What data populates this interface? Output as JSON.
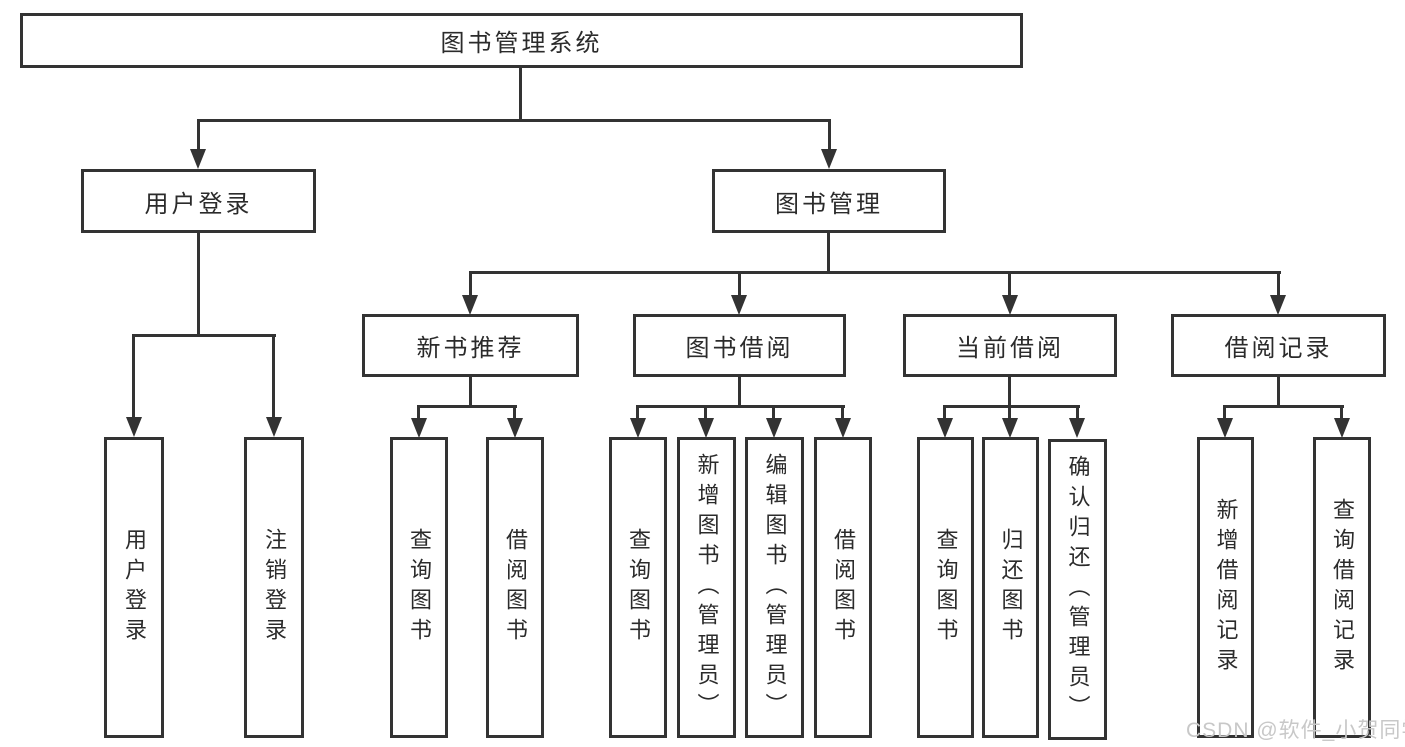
{
  "root": {
    "label": "图书管理系统"
  },
  "level2": [
    {
      "label": "用户登录"
    },
    {
      "label": "图书管理"
    }
  ],
  "level3": [
    {
      "label": "新书推荐",
      "parent": "图书管理"
    },
    {
      "label": "图书借阅",
      "parent": "图书管理"
    },
    {
      "label": "当前借阅",
      "parent": "图书管理"
    },
    {
      "label": "借阅记录",
      "parent": "图书管理"
    }
  ],
  "leaves": [
    {
      "label": "用户登录",
      "parent": "用户登录"
    },
    {
      "label": "注销登录",
      "parent": "用户登录"
    },
    {
      "label": "查询图书",
      "parent": "新书推荐"
    },
    {
      "label": "借阅图书",
      "parent": "新书推荐"
    },
    {
      "label": "查询图书",
      "parent": "图书借阅"
    },
    {
      "label": "新增图书（管理员）",
      "parent": "图书借阅"
    },
    {
      "label": "编辑图书（管理员）",
      "parent": "图书借阅"
    },
    {
      "label": "借阅图书",
      "parent": "图书借阅"
    },
    {
      "label": "查询图书",
      "parent": "当前借阅"
    },
    {
      "label": "归还图书",
      "parent": "当前借阅"
    },
    {
      "label": "确认归还（管理员）",
      "parent": "当前借阅"
    },
    {
      "label": "新增借阅记录",
      "parent": "借阅记录"
    },
    {
      "label": "查询借阅记录",
      "parent": "借阅记录"
    }
  ],
  "watermark": {
    "label": "CSDN @软件_小贺同学"
  },
  "colors": {
    "line": "#333333",
    "text": "#2b2b2b",
    "box_background": "#ffffff",
    "page_background": "#ffffff",
    "watermark": "#c8c8c8"
  }
}
